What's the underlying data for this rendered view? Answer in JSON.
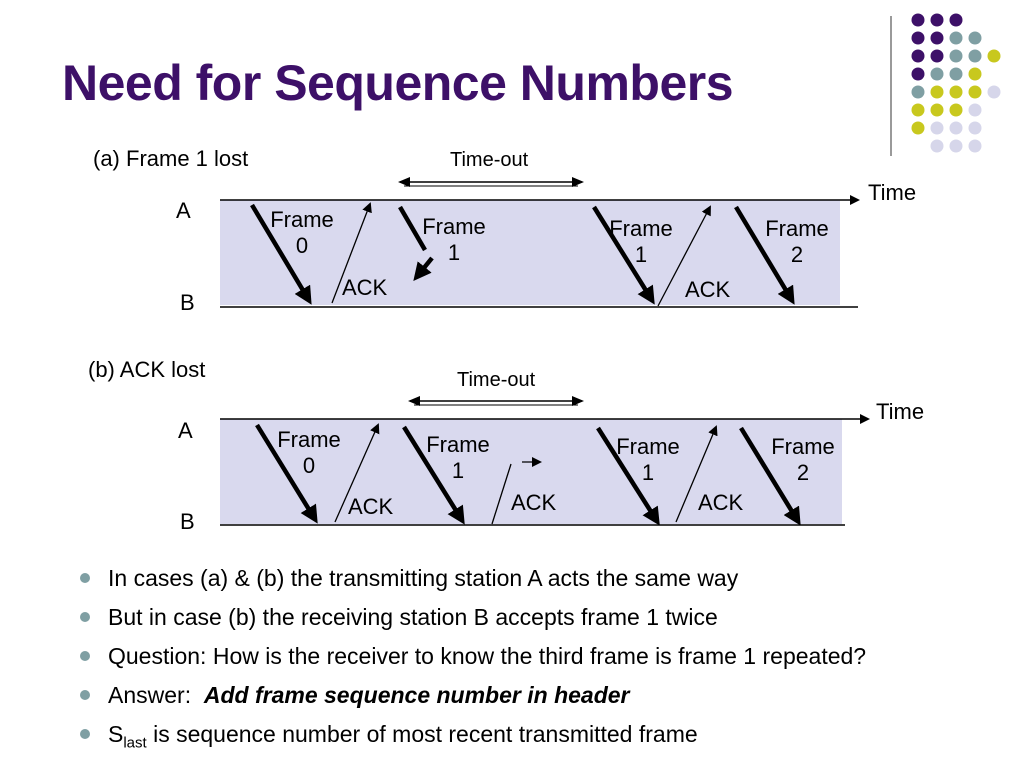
{
  "title": "Need for Sequence Numbers",
  "colors": {
    "title": "#3d1068",
    "band": "#d9d9ee",
    "purple_dot": "#3d1068",
    "teal_dot": "#7f9fa3",
    "olive_dot": "#c8c81e",
    "lavender_dot": "#d6d6ea"
  },
  "diagram_a": {
    "caption": "(a)  Frame 1 lost",
    "timeout": "Time-out",
    "time": "Time",
    "station_a": "A",
    "station_b": "B",
    "frame0": [
      "Frame",
      "0"
    ],
    "frame1": [
      "Frame",
      "1"
    ],
    "frame1_retx": [
      "Frame",
      "1"
    ],
    "frame2": [
      "Frame",
      "2"
    ],
    "ack1": "ACK",
    "ack2": "ACK"
  },
  "diagram_b": {
    "caption": "(b)  ACK lost",
    "timeout": "Time-out",
    "time": "Time",
    "station_a": "A",
    "station_b": "B",
    "frame0": [
      "Frame",
      "0"
    ],
    "frame1": [
      "Frame",
      "1"
    ],
    "frame1_retx": [
      "Frame",
      "1"
    ],
    "frame2": [
      "Frame",
      "2"
    ],
    "ack1": "ACK",
    "ack_lost": "ACK",
    "ack2": "ACK"
  },
  "bullets": [
    "In cases (a) & (b) the transmitting station A acts the same way",
    "But in case (b) the receiving station B accepts frame 1 twice",
    "Question: How is the receiver to know the third frame is frame 1 repeated?",
    {
      "prefix": "Answer:  ",
      "emphasis": "Add frame sequence number in header"
    },
    {
      "main": "S",
      "sub": "last",
      "rest": " is sequence number of most recent transmitted frame"
    }
  ]
}
